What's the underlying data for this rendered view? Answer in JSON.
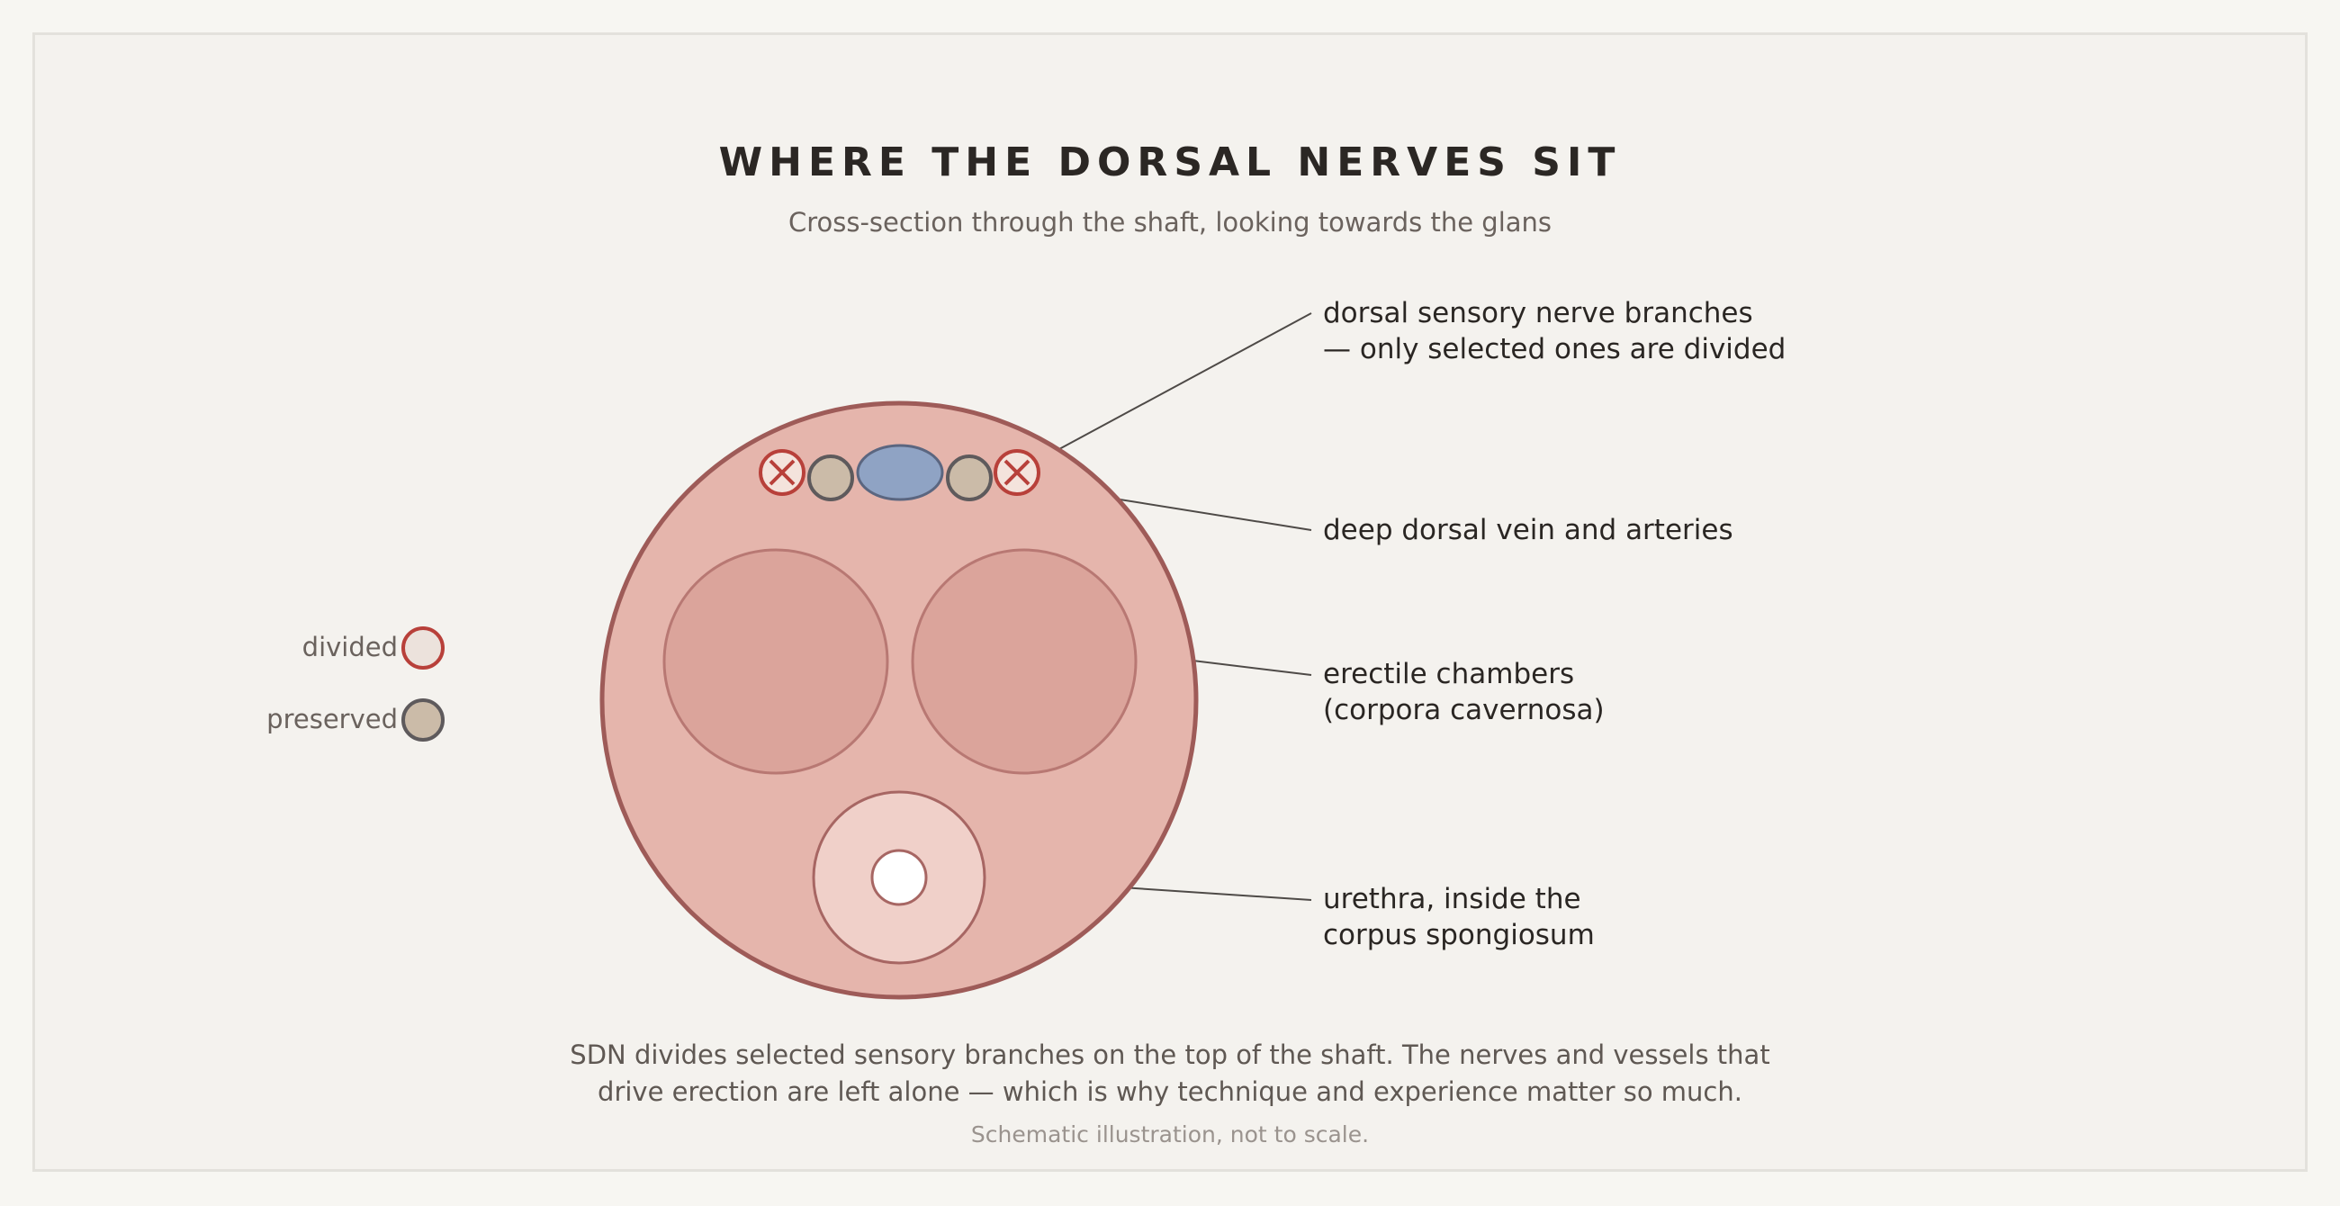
{
  "title": "WHERE THE DORSAL NERVES SIT",
  "subtitle": "Cross-section through the shaft, looking towards the glans",
  "labels": {
    "dorsal_nerves_line1": "dorsal sensory nerve branches",
    "dorsal_nerves_line2": "— only selected ones are divided",
    "vein": "deep dorsal vein and arteries",
    "erectile_line1": "erectile chambers",
    "erectile_line2": "(corpora cavernosa)",
    "urethra_line1": "urethra, inside the",
    "urethra_line2": "corpus spongiosum"
  },
  "legend": {
    "divided": "divided",
    "preserved": "preserved"
  },
  "caption": {
    "line1": "SDN divides selected sensory branches on the top of the shaft. The nerves and vessels that",
    "line2": "drive erection are left alone — which is why technique and experience matter so much."
  },
  "note": "Schematic illustration, not to scale.",
  "colors": {
    "shaft_fill": "#e5b5ac",
    "shaft_stroke": "#9e5b58",
    "chamber_fill": "#dba49b",
    "chamber_stroke": "#b87873",
    "spongiosum_fill": "#f0d0c9",
    "divided_stroke": "#b8403a",
    "preserved_fill": "#cbbba8",
    "preserved_stroke": "#5e5a5c",
    "vein_fill": "#8fa3c4",
    "vein_stroke": "#5b6680"
  },
  "icons": {
    "divided": "circle-x-icon",
    "preserved": "circle-icon"
  }
}
